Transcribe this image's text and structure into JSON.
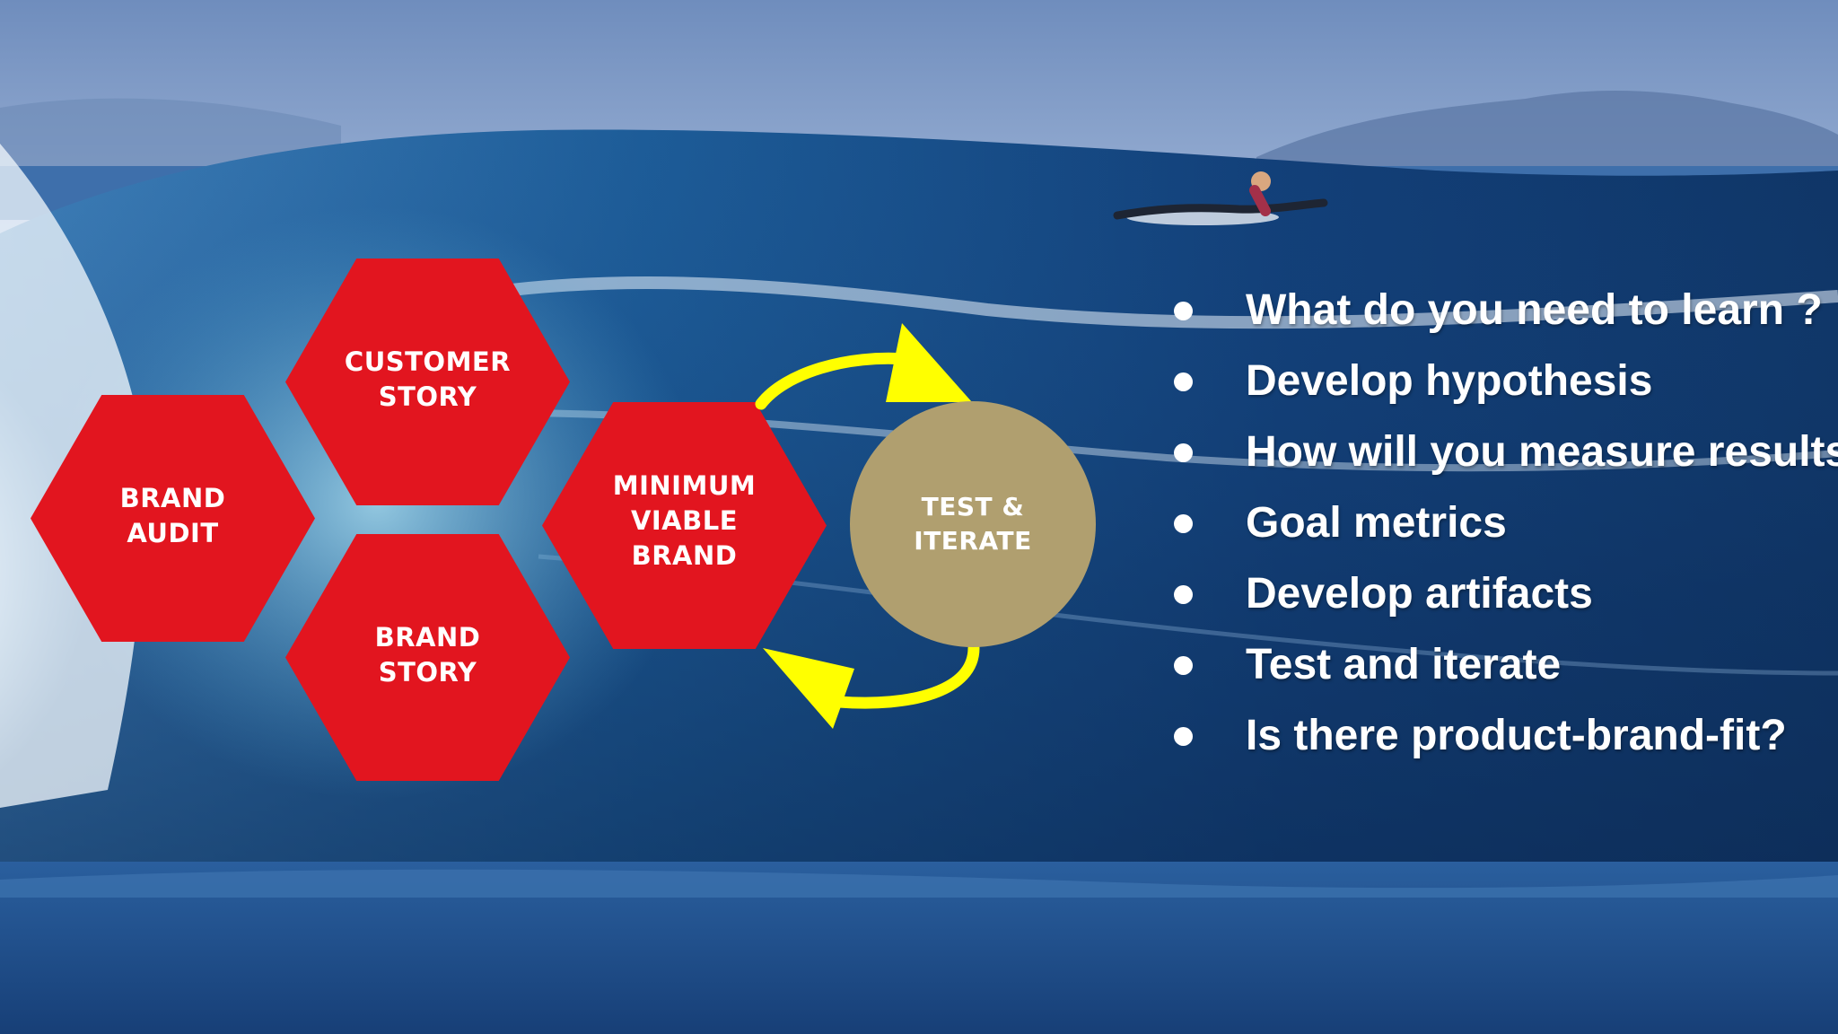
{
  "colors": {
    "hexagon": "#e2151f",
    "circle": "#b09f6f",
    "arrow": "#ffff00",
    "bullet_text": "#ffffff"
  },
  "hexagons": {
    "brand_audit": "BRAND\nAUDIT",
    "customer_story": "CUSTOMER\nSTORY",
    "brand_story": "BRAND\nSTORY",
    "mvb": "MINIMUM\nVIABLE\nBRAND"
  },
  "cycle": {
    "label": "TEST &\nITERATE"
  },
  "bullets": [
    "What do you need to learn ?",
    "Develop hypothesis",
    "How will you measure results",
    "Goal metrics",
    "Develop artifacts",
    "Test and iterate",
    "Is there product-brand-fit?"
  ]
}
